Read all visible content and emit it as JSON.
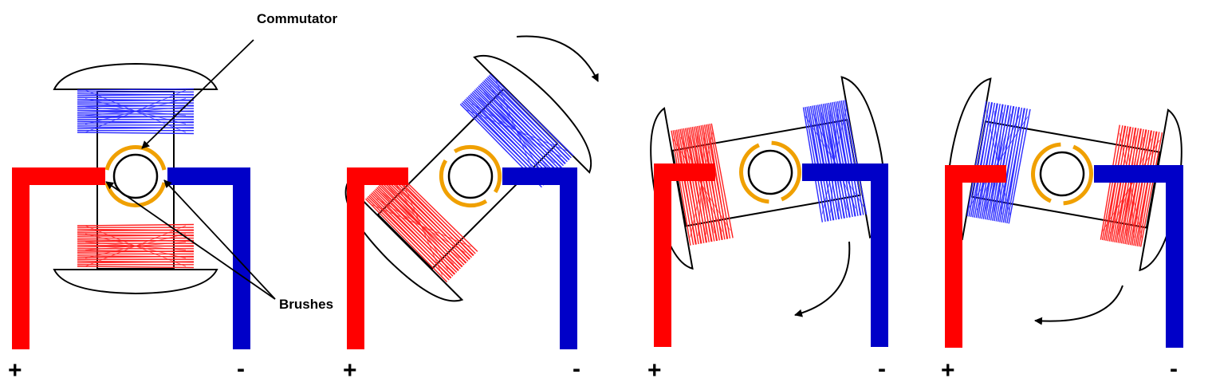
{
  "labels": {
    "commutator": "Commutator",
    "brushes": "Brushes"
  },
  "stages": [
    {
      "plus": "+",
      "minus": "-"
    },
    {
      "plus": "+",
      "minus": "-"
    },
    {
      "plus": "+",
      "minus": "-"
    },
    {
      "plus": "+",
      "minus": "-"
    }
  ],
  "colors": {
    "positive": "#ff0000",
    "negative": "#0000c8",
    "commutator": "#f0a000",
    "coil_red": "#ff2020",
    "coil_blue": "#2a2aff",
    "outline": "#000000"
  },
  "rotations_deg": [
    0,
    45,
    80,
    -80
  ]
}
